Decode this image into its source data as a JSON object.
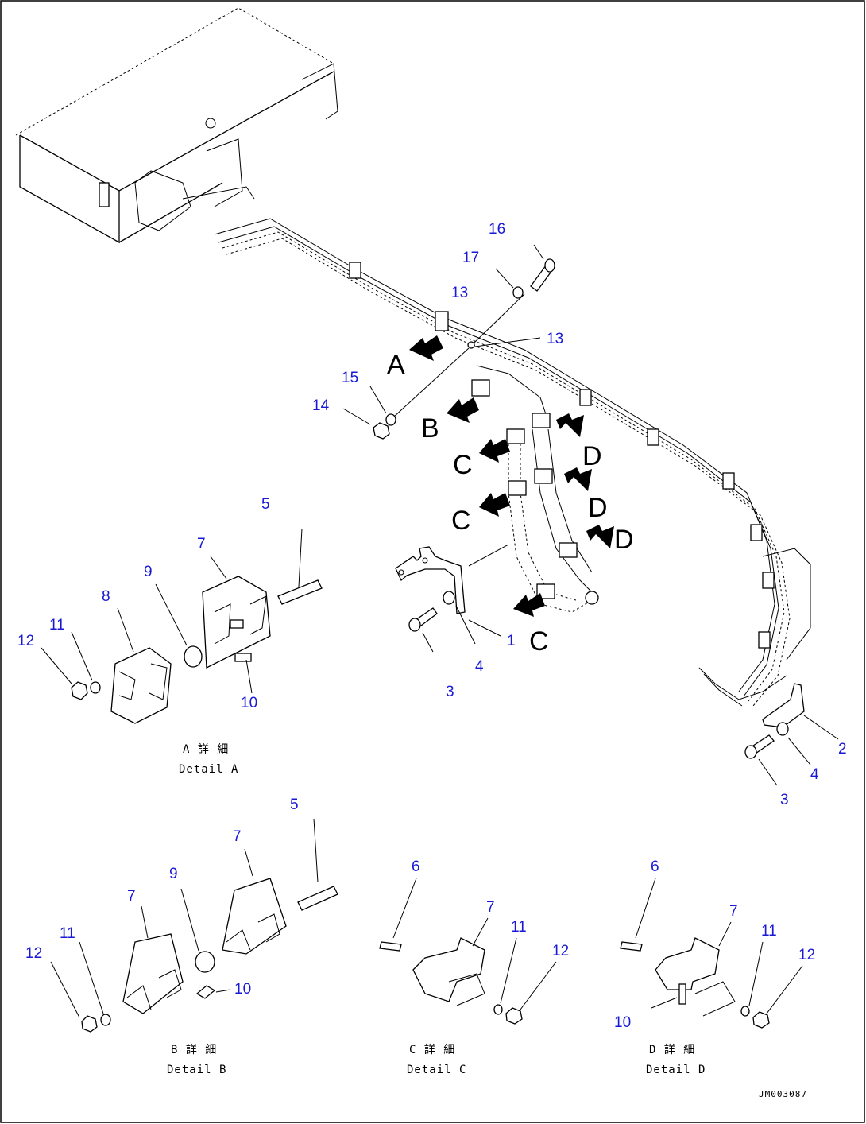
{
  "diagram": {
    "callouts": [
      {
        "id": "c1",
        "text": "1"
      },
      {
        "id": "c2",
        "text": "2"
      },
      {
        "id": "c3a",
        "text": "3"
      },
      {
        "id": "c3b",
        "text": "3"
      },
      {
        "id": "c4a",
        "text": "4"
      },
      {
        "id": "c4b",
        "text": "4"
      },
      {
        "id": "c13a",
        "text": "13"
      },
      {
        "id": "c13b",
        "text": "13"
      },
      {
        "id": "c14",
        "text": "14"
      },
      {
        "id": "c15",
        "text": "15"
      },
      {
        "id": "c16",
        "text": "16"
      },
      {
        "id": "c17",
        "text": "17"
      }
    ],
    "view_letters": [
      {
        "id": "vA",
        "text": "A"
      },
      {
        "id": "vB",
        "text": "B"
      },
      {
        "id": "vC1",
        "text": "C"
      },
      {
        "id": "vC2",
        "text": "C"
      },
      {
        "id": "vC3",
        "text": "C"
      },
      {
        "id": "vD1",
        "text": "D"
      },
      {
        "id": "vD2",
        "text": "D"
      },
      {
        "id": "vD3",
        "text": "D"
      }
    ],
    "details": [
      {
        "id": "A",
        "caption_jp": "A 詳 細",
        "caption_en": "Detail A",
        "callouts": [
          "5",
          "7",
          "8",
          "9",
          "10",
          "11",
          "12"
        ]
      },
      {
        "id": "B",
        "caption_jp": "B 詳 細",
        "caption_en": "Detail B",
        "callouts": [
          "5",
          "7",
          "7",
          "9",
          "10",
          "11",
          "12"
        ]
      },
      {
        "id": "C",
        "caption_jp": "C 詳 細",
        "caption_en": "Detail C",
        "callouts": [
          "6",
          "7",
          "11",
          "12"
        ]
      },
      {
        "id": "D",
        "caption_jp": "D 詳 細",
        "caption_en": "Detail D",
        "callouts": [
          "6",
          "7",
          "10",
          "11",
          "12"
        ]
      }
    ],
    "reference_code": "JM003087",
    "callout_color": "#1a1ad6"
  }
}
